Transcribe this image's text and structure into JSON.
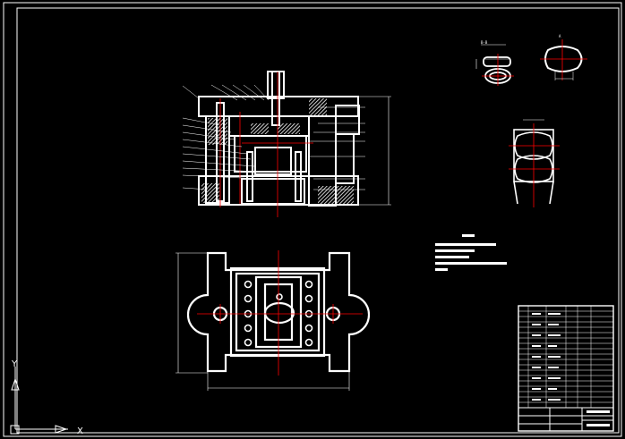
{
  "section_view_label": "B-B",
  "detail_view_label": "A",
  "ucs": {
    "x_axis": "X",
    "y_axis": "Y"
  },
  "colors": {
    "background": "#000000",
    "geometry": "#ffffff",
    "centerline": "#ff0000",
    "hatch": "#ffffff"
  }
}
